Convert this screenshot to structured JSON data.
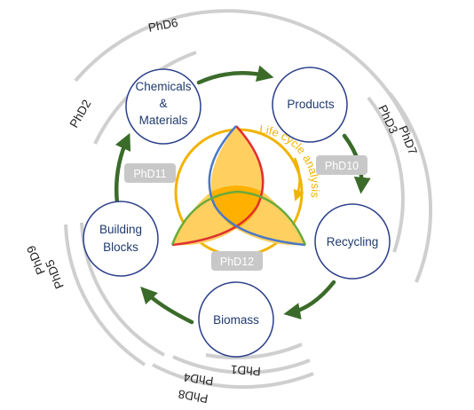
{
  "nodes": {
    "chemicals": [
      "Chemicals",
      "&",
      "Materials"
    ],
    "products": [
      "Products"
    ],
    "recycling": [
      "Recycling"
    ],
    "biomass": [
      "Biomass"
    ],
    "building_blocks": [
      "Building",
      "Blocks"
    ]
  },
  "center": {
    "label": "Life cycle analysis"
  },
  "phd_boxes": {
    "left": "PhD11",
    "right": "PhD10",
    "bottom": "PhD12"
  },
  "phd_arcs": {
    "top": "PhD6",
    "upper_left": "PhD2",
    "right_a": "PhD3",
    "right_b": "PhD7",
    "left_a": "PhD9",
    "left_b": "PhD5",
    "bottom_a": "PhD1",
    "bottom_b": "PhD4",
    "bottom_c": "PhD8"
  },
  "colors": {
    "node_stroke": "#2b3f8a",
    "node_text": "#1f3a6e",
    "cycle_arrow": "#3b6b2a",
    "arc_gray": "#cfcfcf",
    "box_fill": "#c8c8c8",
    "lca_orange": "#f0b400",
    "petal_fill": "#ffd060",
    "petal_red": "#e03030",
    "petal_blue": "#4a78c8",
    "petal_green": "#6aaa3a"
  }
}
